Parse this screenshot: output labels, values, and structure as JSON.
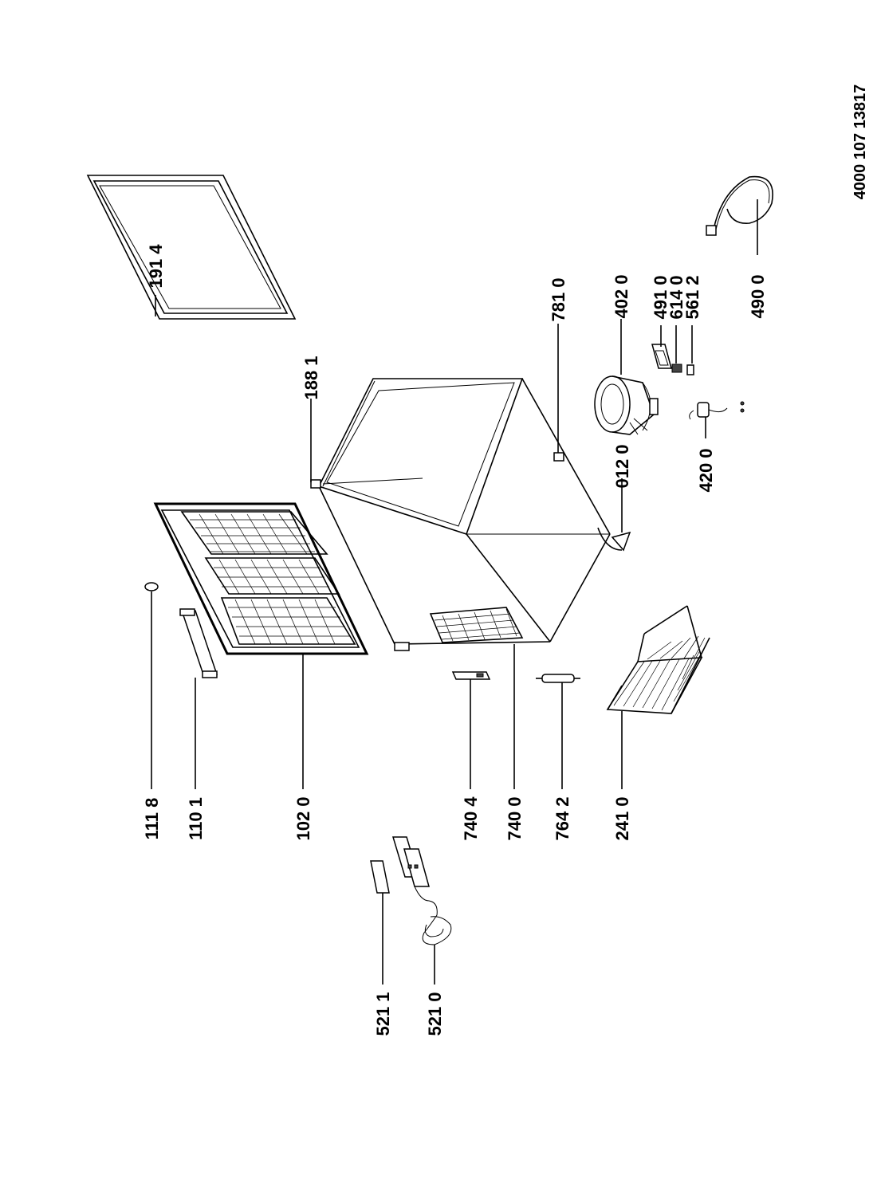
{
  "document_number": "4000 107 13817",
  "labels": {
    "p1914": "191 4",
    "p1881": "188 1",
    "p7810": "781 0",
    "p4020": "402 0",
    "p4910": "491 0",
    "p6140": "614 0",
    "p5612": "561 2",
    "p4900": "490 0",
    "p0120": "012 0",
    "p4200": "420 0",
    "p1118": "111 8",
    "p1101": "110 1",
    "p1020": "102 0",
    "p7404": "740 4",
    "p7400": "740 0",
    "p7642": "764 2",
    "p2410": "241 0",
    "p5211": "521 1",
    "p5210": "521 0"
  }
}
